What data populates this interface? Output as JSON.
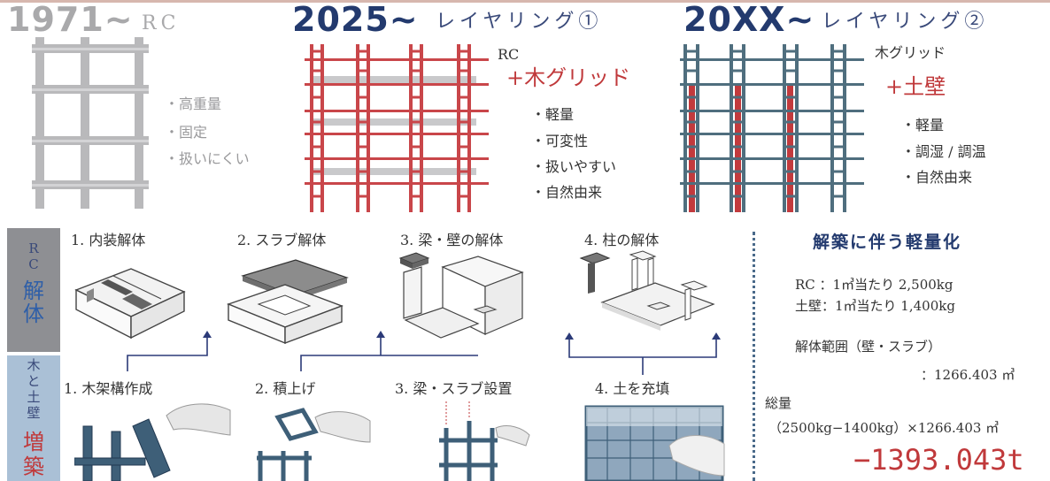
{
  "colors": {
    "gray": "#a9a9ab",
    "red": "#c0393b",
    "blue": "#4a6a7a",
    "navy": "#233a6e",
    "side_gray": "#8a8b8f",
    "side_blue": "#a9bdd2"
  },
  "top": {
    "era1": {
      "year": "1971~",
      "label": "RC",
      "bullets": [
        "・高重量",
        "・固定",
        "・扱いにくい"
      ]
    },
    "era2": {
      "year": "2025~",
      "label": "レイヤリング①",
      "base": "RC",
      "add": "+木グリッド",
      "bullets": [
        "・軽量",
        "・可変性",
        "・扱いやすい",
        "・自然由来"
      ]
    },
    "era3": {
      "year": "20XX~",
      "label": "レイヤリング②",
      "base": "木グリッド",
      "add": "+土壁",
      "bullets": [
        "・軽量",
        "・調湿 / 調温",
        "・自然由来"
      ]
    }
  },
  "side": {
    "demolition_top": [
      "R",
      "C"
    ],
    "demolition_bottom": [
      "解",
      "体"
    ],
    "build_top": [
      "木",
      "と",
      "土",
      "壁"
    ],
    "build_bottom": [
      "増",
      "築"
    ]
  },
  "demolition_steps": [
    "1. 内装解体",
    "2. スラブ解体",
    "3. 梁・壁の解体",
    "4. 柱の解体"
  ],
  "build_steps": [
    "1. 木架構作成",
    "2. 積上げ",
    "3. 梁・スラブ設置",
    "4. 土を充填"
  ],
  "summary": {
    "title": "解築に伴う軽量化",
    "rc_line": "RC  ：1㎥当たり 2,500kg",
    "soil_line": "土壁：1㎥当たり 1,400kg",
    "range_label": "解体範囲（壁・スラブ）",
    "range_value": "：1266.403 ㎥",
    "total_label": "総量",
    "formula": "（2500kg−1400kg）×1266.403 ㎥",
    "result": "−1393.043t"
  }
}
